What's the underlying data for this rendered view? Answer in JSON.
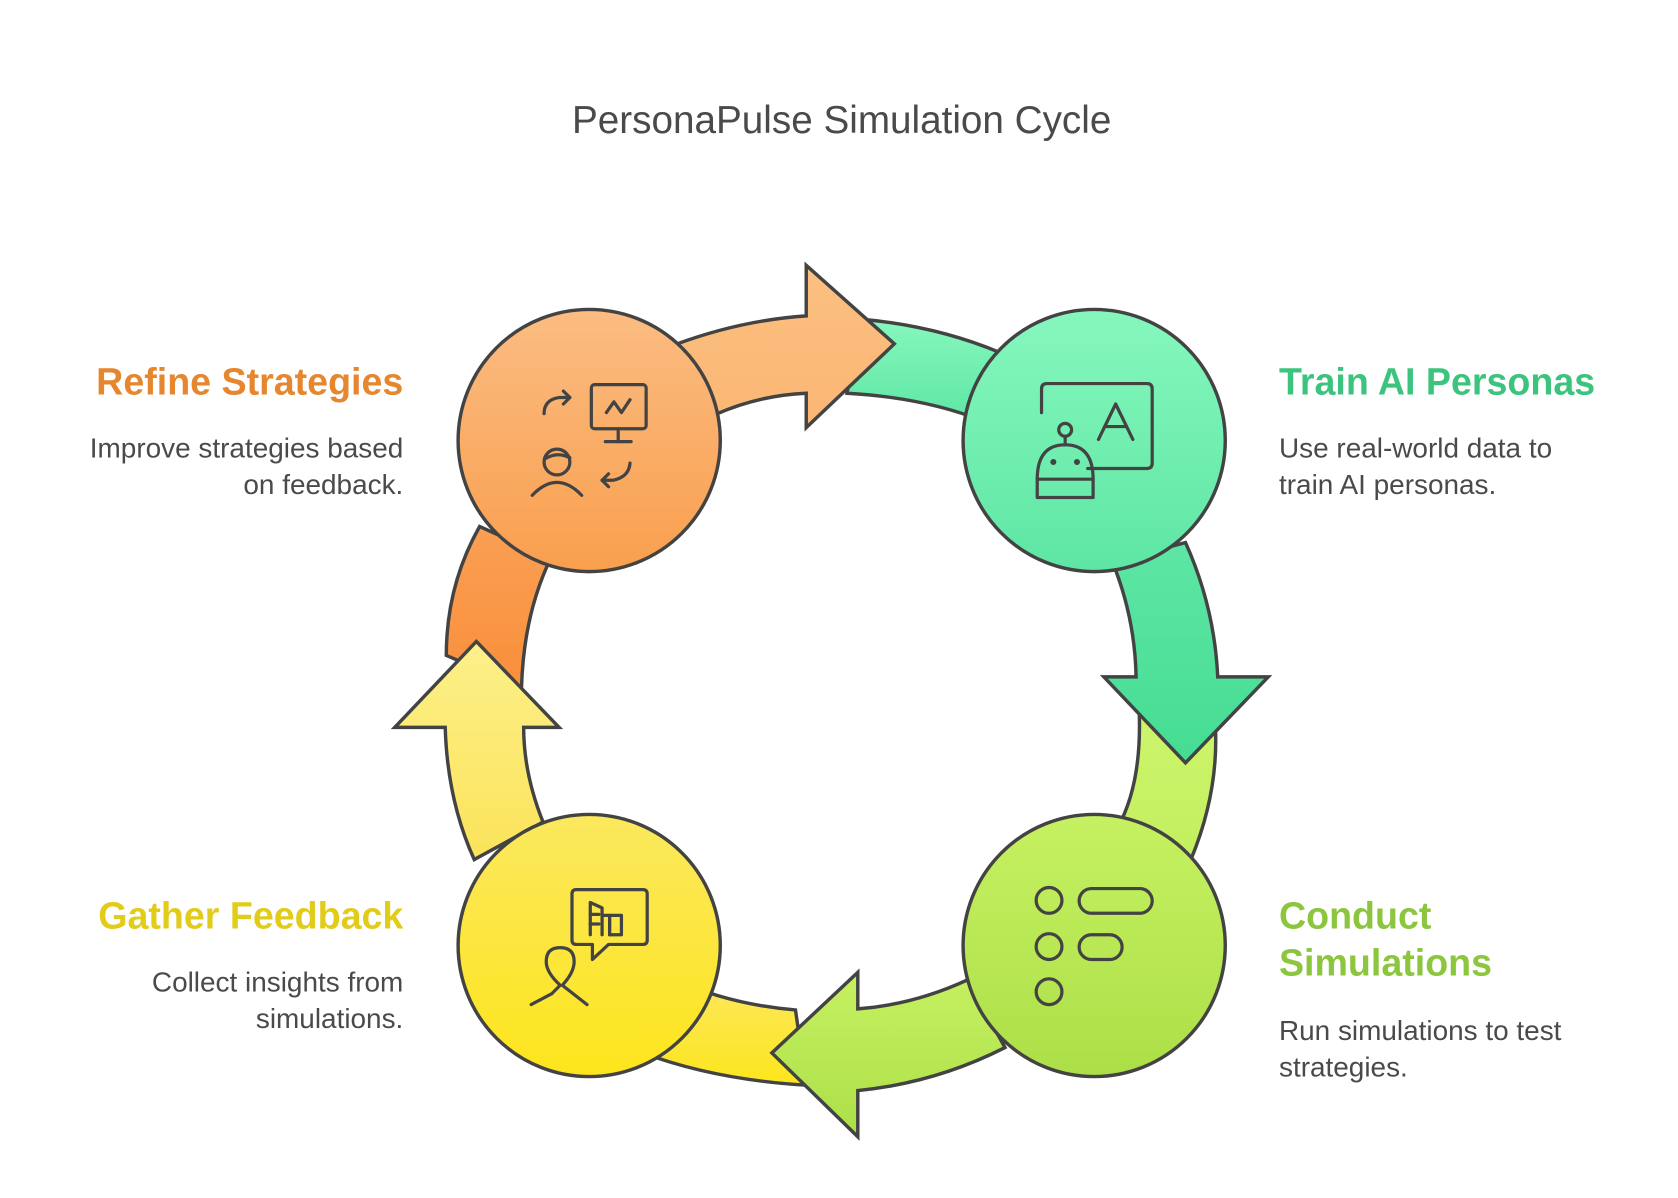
{
  "title": "PersonaPulse Simulation Cycle",
  "stages": [
    {
      "id": "train",
      "title": "Train AI Personas",
      "title_lines": [
        "Train AI Personas"
      ],
      "description_lines": [
        "Use real-world data to",
        "train AI personas."
      ],
      "icon": "robot-teacher-icon",
      "color": "#3cc47e",
      "fill_top": "#86f7bd",
      "fill_bottom": "#5ee6a4"
    },
    {
      "id": "conduct",
      "title": "Conduct Simulations",
      "title_lines": [
        "Conduct",
        "Simulations"
      ],
      "description_lines": [
        "Run simulations to test",
        "strategies."
      ],
      "icon": "list-options-icon",
      "color": "#8cc63e",
      "fill_top": "#c6f162",
      "fill_bottom": "#acdf47"
    },
    {
      "id": "gather",
      "title": "Gather Feedback",
      "title_lines": [
        "Gather Feedback"
      ],
      "description_lines": [
        "Collect insights from",
        "simulations."
      ],
      "icon": "person-chat-chart-icon",
      "color": "#e2cc1a",
      "fill_top": "#fbe85e",
      "fill_bottom": "#fde51c"
    },
    {
      "id": "refine",
      "title": "Refine Strategies",
      "title_lines": [
        "Refine Strategies"
      ],
      "description_lines": [
        "Improve strategies based",
        "on feedback."
      ],
      "icon": "person-presentation-cycle-icon",
      "color": "#e6862e",
      "fill_top": "#fbbc82",
      "fill_bottom": "#f99f4e"
    }
  ],
  "cycle_order": [
    "Refine Strategies",
    "Train AI Personas",
    "Conduct Simulations",
    "Gather Feedback"
  ]
}
